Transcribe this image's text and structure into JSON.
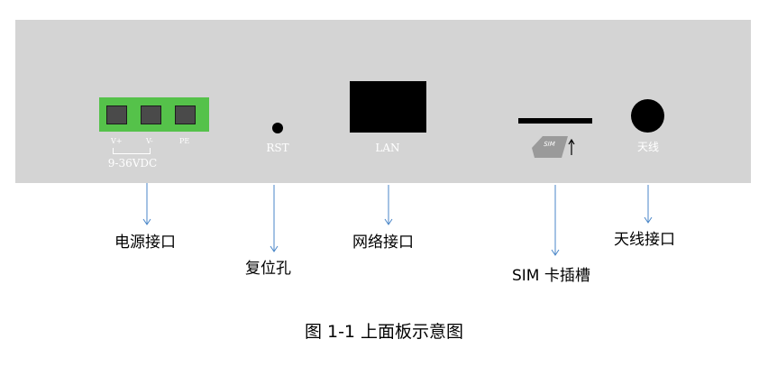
{
  "panel": {
    "power_terminal": {
      "pin_labels": [
        "V+",
        "V-",
        "PE"
      ],
      "voltage_label": "9-36VDC"
    },
    "rst_label": "RST",
    "lan_label": "LAN",
    "sim_card_text": "SIM",
    "antenna_label": "天线"
  },
  "callouts": {
    "power": "电源接口",
    "reset": "复位孔",
    "network": "网络接口",
    "sim": "SIM 卡插槽",
    "antenna": "天线接口"
  },
  "caption": "图 1-1  上面板示意图",
  "colors": {
    "panel": "#d4d4d4",
    "terminal": "#55c24a",
    "arrow": "#4a86c8"
  }
}
